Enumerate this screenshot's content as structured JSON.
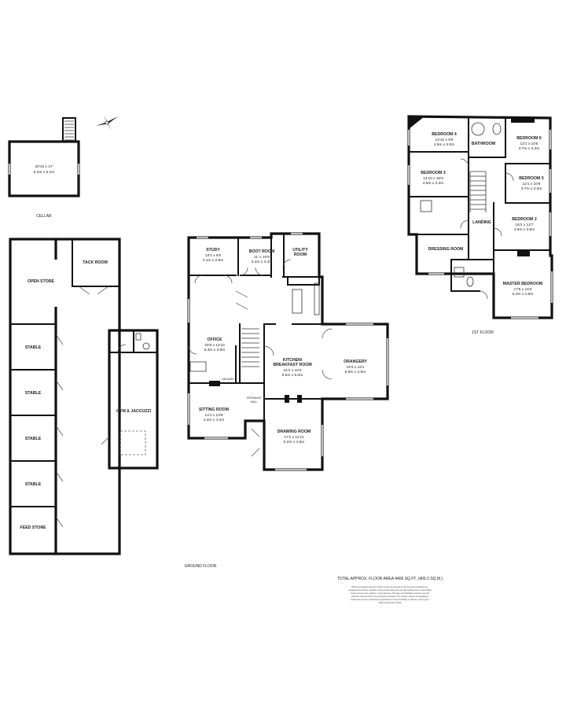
{
  "cellar": {
    "dims": [
      "20'10 x 17'",
      "6.4m x 5.2m"
    ],
    "caption": "CELLAR"
  },
  "outbuildings": {
    "open_store": "OPEN STORE",
    "tack_room": "TACK ROOM",
    "stables": [
      "STABLE",
      "STABLE",
      "STABLE",
      "STABLE"
    ],
    "feed_store": "FEED STORE",
    "gym": "GYM & JACCUZZI"
  },
  "ground_floor": {
    "caption": "GROUND FLOOR",
    "study": {
      "name": "STUDY",
      "dims": [
        "13'4 x 9'5",
        "4.1m x 2.9m"
      ]
    },
    "boot_room": {
      "name": "BOOT ROOM",
      "dims": [
        "11' x 10'9",
        "3.4m x 3.3m"
      ]
    },
    "utility_room": {
      "name": [
        "UTILITY",
        "ROOM"
      ]
    },
    "office": {
      "name": "OFFICE",
      "dims": [
        "20'8 x 12'10",
        "6.3m x 3.9m"
      ]
    },
    "kitchen": {
      "name": [
        "KITCHEN/",
        "BREAKFAST ROOM"
      ],
      "dims": [
        "31'2 x 16'3",
        "9.5m x 5.0m"
      ]
    },
    "orangery": {
      "name": "ORANGERY",
      "dims": [
        "19'3 x 16'1",
        "5.9m x 4.9m"
      ]
    },
    "hallway": "HALLWAY",
    "entrance_hall": [
      "ENTRANCE",
      "HALL"
    ],
    "sitting_room": {
      "name": "SITTING ROOM",
      "dims": [
        "14'1 x 13'8",
        "4.3m x 4.2m"
      ]
    },
    "drawing_room": {
      "name": "DRAWING ROOM",
      "dims": [
        "17'2 x 14'11",
        "5.2m x 4.5m"
      ]
    }
  },
  "first_floor": {
    "caption": "1ST FLOOR",
    "bedroom4": {
      "name": "BEDROOM 4",
      "dims": [
        "14'10 x 9'9",
        "4.5m x 3.0m"
      ]
    },
    "bathroom": "BATHROOM",
    "bedroom6": {
      "name": "BEDROOM 6",
      "dims": [
        "12'1 x 10'5",
        "3.7m x 3.2m"
      ]
    },
    "bedroom3": {
      "name": "BEDROOM 3",
      "dims": [
        "14'10 x 10'8",
        "4.5m x 3.3m"
      ]
    },
    "bedroom5": {
      "name": "BEDROOM 5",
      "dims": [
        "12'1 x 10'9",
        "3.7m x 3.3m"
      ]
    },
    "landing": "LANDING",
    "bedroom2": {
      "name": "BEDROOM 2",
      "dims": [
        "15'3 x 12'7",
        "4.6m x 3.8m"
      ]
    },
    "dressing_room": "DRESSING ROOM",
    "master_bedroom": {
      "name": "MASTER BEDROOM",
      "dims": [
        "17'6 x 15'3",
        "5.3m x 4.6m"
      ]
    }
  },
  "total_area": "TOTAL APPROX. FLOOR AREA 4406 SQ.FT. (409.3 SQ.M.)",
  "disclaimer": [
    "Whilst every attempt has been made to ensure the accuracy of the floor plan contained here,",
    "measurements of doors, windows, rooms and any other items are approximate and no responsibility",
    "is taken for any error, omission, or mis-statement. This plan is for illustrative purposes only and",
    "should be used as such by any prospective purchaser. The services, systems and appliances",
    "shown have not been tested and no guarantee as to their operability or efficiency can be given",
    "Made with Metropix ©2014"
  ]
}
